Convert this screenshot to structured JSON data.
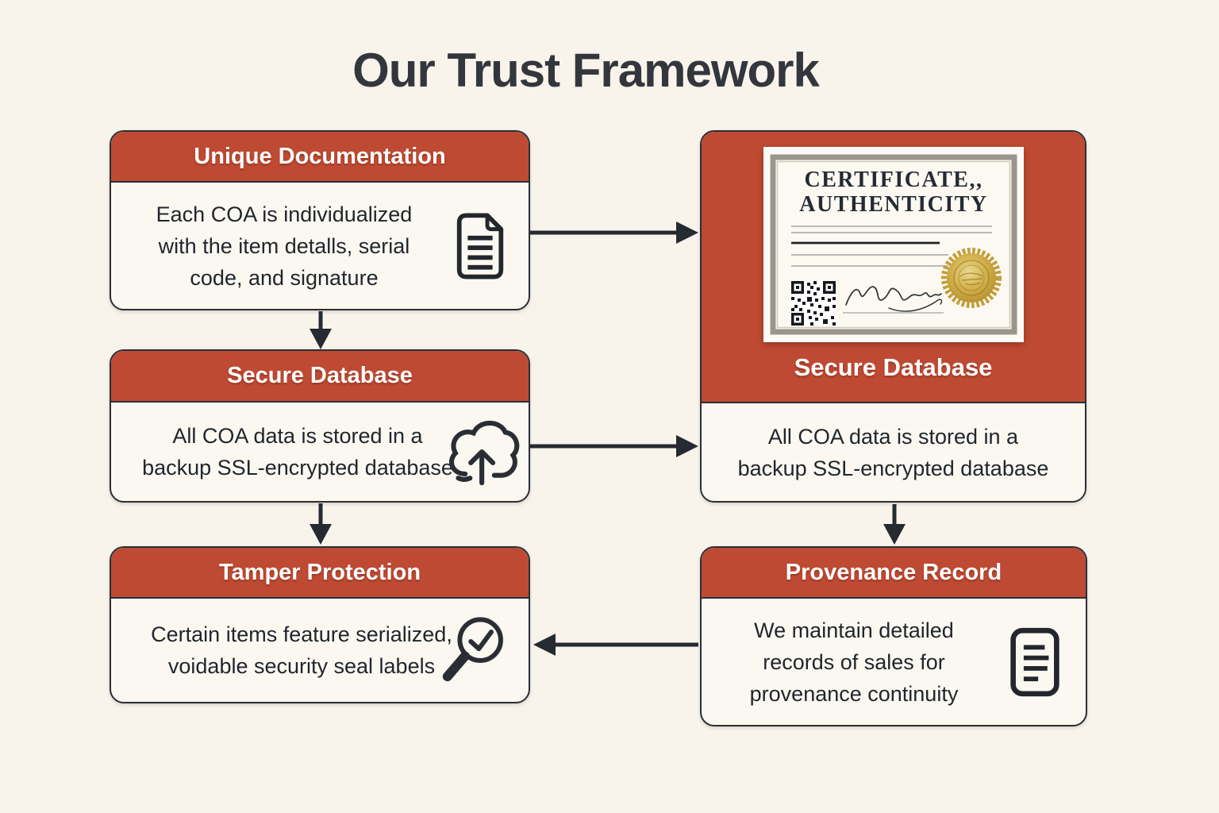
{
  "title": "Our Trust Framework",
  "colors": {
    "accent_red": "#BE4A33",
    "background": "#F8F4EC",
    "ink": "#262A31",
    "seal_gold": "#C9A83F"
  },
  "boxes": {
    "unique_documentation": {
      "header": "Unique Documentation",
      "lines": [
        "Each COA is individualized",
        "with the item detalls, serial",
        "code, and signature"
      ],
      "icon": "document-icon"
    },
    "secure_database": {
      "header": "Secure Database",
      "lines": [
        "All COA data is stored in a",
        "backup SSL-encrypted database"
      ],
      "icon": "cloud-upload-icon"
    },
    "tamper_protection": {
      "header": "Tamper Protection",
      "lines": [
        "Certain items feature serialized,",
        "voidable security seal labels"
      ],
      "icon": "magnifier-check-icon"
    },
    "certificate_panel": {
      "label": "Secure Database",
      "lines": [
        "All COA data is stored in a",
        "backup SSL-encrypted database"
      ],
      "certificate": {
        "title_line1": "CERTIFICATE,,",
        "title_line2": "AUTHENTICITY",
        "elements": [
          "qr-code",
          "signature",
          "gold-seal",
          "ruled-lines"
        ]
      }
    },
    "provenance_record": {
      "header": "Provenance Record",
      "lines": [
        "We maintain detailed",
        "records of sales for",
        "provenance continuity"
      ],
      "icon": "document-lines-icon"
    }
  }
}
